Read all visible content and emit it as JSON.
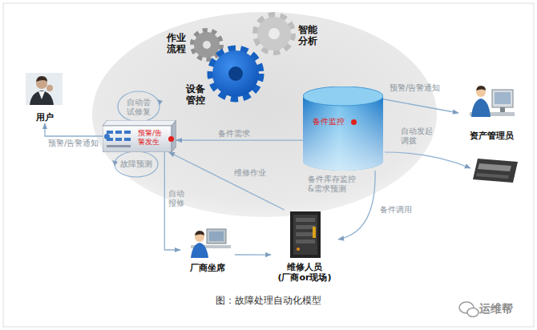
{
  "diagram": {
    "caption": "图：故障处理自动化模型",
    "nodes": [
      {
        "text": [
          "用户"
        ]
      },
      {
        "text": [
          "预警/告警发生"
        ]
      },
      {
        "text": [
          "备件监控"
        ]
      },
      {
        "text": [
          "资产管理员"
        ]
      },
      {
        "text": [
          "厂商坐席"
        ]
      },
      {
        "text": [
          "维修人员 (厂商or现场)"
        ]
      }
    ],
    "edges": [
      {
        "from": 1,
        "to": 0,
        "arrow": "to",
        "label": "预警/告警通知"
      },
      {
        "from": 2,
        "to": 1,
        "arrow": "to",
        "label": "备件需求"
      },
      {
        "from": 1,
        "to": 4,
        "arrow": "to",
        "label": "自动报修"
      },
      {
        "from": 4,
        "to": 5,
        "arrow": "to"
      },
      {
        "from": 5,
        "to": 1,
        "arrow": "to",
        "label": "维修作业"
      },
      {
        "from": 2,
        "to": 5,
        "arrow": "to",
        "label": "备件调用"
      },
      {
        "from": 2,
        "to": 3,
        "arrow": "to",
        "label": "预警/告警通知"
      }
    ],
    "labels": [
      "作业流程",
      "设备管控",
      "智能分析",
      "自动尝试修复",
      "故障预测",
      "备件库存监控&需求预测",
      "自动发起调拨",
      "运维帮"
    ]
  }
}
